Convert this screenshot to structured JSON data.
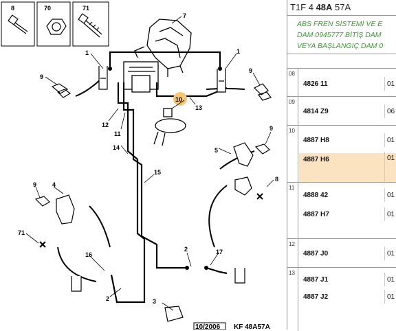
{
  "header": {
    "prefix": "T1F 4 ",
    "code_bold": "48A",
    "suffix": " 57A"
  },
  "note_lines": [
    "ABS FREN SİSTEMİ VE E",
    "DAM 0945777 BİTİŞ DAM",
    "VEYA BAŞLANGIÇ DAM 0"
  ],
  "groups": [
    {
      "num": "08",
      "rows": [
        {
          "ref": "4826 11",
          "qty": "01"
        }
      ]
    },
    {
      "num": "09",
      "rows": [
        {
          "ref": "4814 Z9",
          "qty": "06"
        }
      ]
    },
    {
      "num": "10",
      "rows": [
        {
          "ref": "4887 H8",
          "qty": "01"
        },
        {
          "ref": "4887 H6",
          "qty": "01",
          "selected": true
        }
      ]
    },
    {
      "num": "11",
      "rows": [
        {
          "ref": "4888 42",
          "qty": "01"
        },
        {
          "ref": "4887 H7",
          "qty": "01"
        }
      ]
    },
    {
      "num": "12",
      "rows": [
        {
          "ref": "4887 J0",
          "qty": "01"
        }
      ]
    },
    {
      "num": "13",
      "rows": [
        {
          "ref": "4887 J1",
          "qty": "01"
        },
        {
          "ref": "4887 J2",
          "qty": "01"
        }
      ]
    }
  ],
  "diagram": {
    "callouts": [
      "8",
      "70",
      "71",
      "7",
      "1",
      "1",
      "9",
      "9",
      "10",
      "13",
      "12",
      "11",
      "14",
      "15",
      "5",
      "9",
      "8",
      "9",
      "4",
      "71",
      "16",
      "2",
      "17",
      "2",
      "3"
    ],
    "footer_date": "10/2006",
    "footer_code": "KF 48A57A",
    "highlight_color": "#f5c779"
  }
}
